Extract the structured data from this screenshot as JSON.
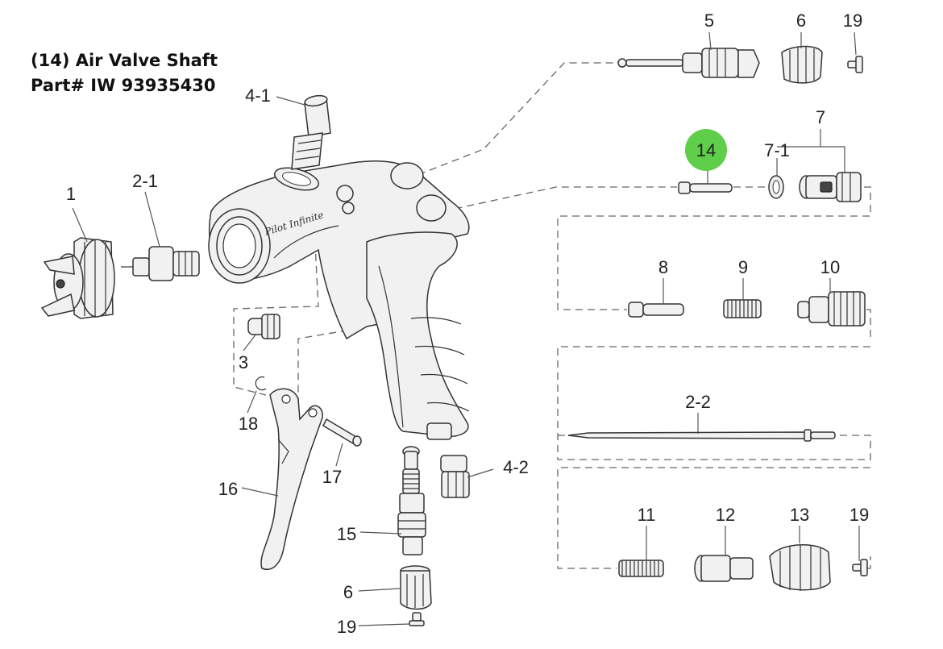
{
  "header": {
    "title_line1": "(14) Air Valve Shaft",
    "title_line2": "Part# IW 93935430"
  },
  "highlight": {
    "label": "14",
    "color": "#5fce4a"
  },
  "labels": {
    "p1": "1",
    "p2_1": "2-1",
    "p2_2": "2-2",
    "p3": "3",
    "p4_1": "4-1",
    "p4_2": "4-2",
    "p5": "5",
    "p6_top": "6",
    "p6_bottom": "6",
    "p7": "7",
    "p7_1": "7-1",
    "p8": "8",
    "p9": "9",
    "p10": "10",
    "p11": "11",
    "p12": "12",
    "p13": "13",
    "p15": "15",
    "p16": "16",
    "p17": "17",
    "p18": "18",
    "p19_top": "19",
    "p19_right": "19",
    "p19_bottom": "19"
  },
  "branding": {
    "body_script": "Pilot Infinite"
  }
}
